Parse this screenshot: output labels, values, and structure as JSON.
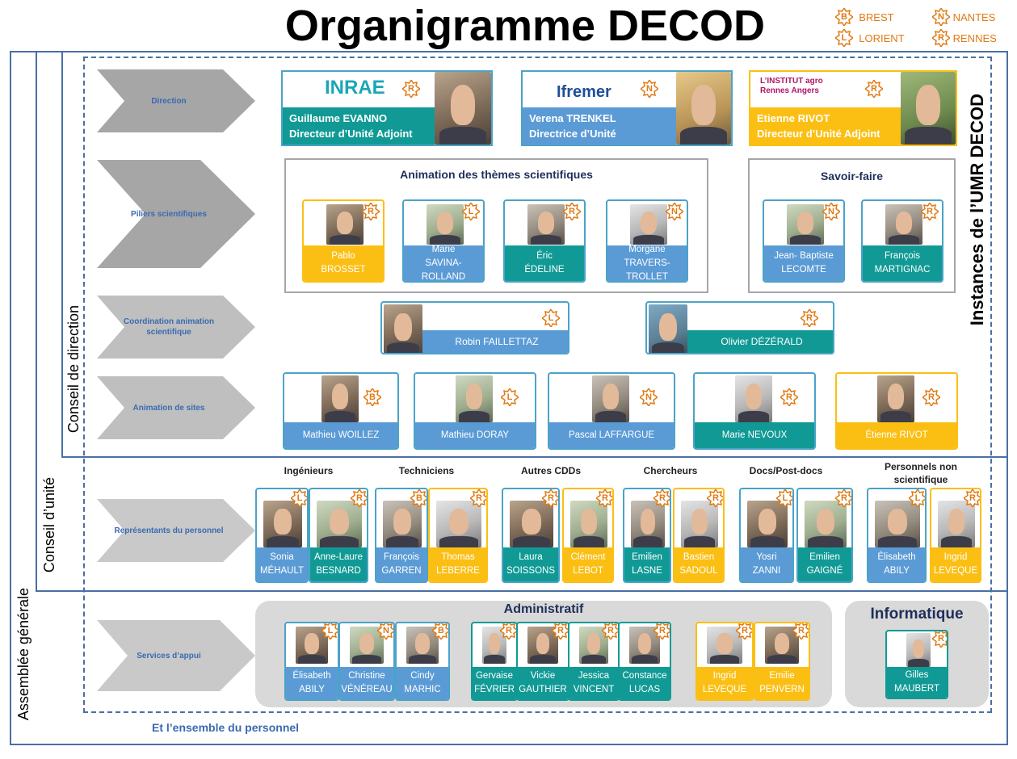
{
  "title": "Organigramme DECOD",
  "legend": [
    {
      "letter": "B",
      "label": "BREST"
    },
    {
      "letter": "N",
      "label": "NANTES"
    },
    {
      "letter": "L",
      "label": "LORIENT"
    },
    {
      "letter": "R",
      "label": "RENNES"
    }
  ],
  "side_labels": {
    "assemblee": "Assemblée  générale",
    "conseil_unite": "Conseil d’unité",
    "conseil_direction": "Conseil de direction",
    "instances": "Instances de l’UMR DECOD"
  },
  "rows": {
    "direction": "Direction",
    "piliers": "Piliers scientifiques",
    "coordination": "Coordination animation scientifique",
    "animation_sites": "Animation de sites",
    "representants": "Représentants  du personnel",
    "services": "Services d’appui"
  },
  "direction": [
    {
      "logo": "INRAE",
      "badge": "R",
      "name": "Guillaume EVANNO",
      "role": "Directeur d’Unité Adjoint",
      "color": "#119a95"
    },
    {
      "logo": "Ifremer",
      "badge": "N",
      "name": "Verena TRENKEL",
      "role": "Directrice d’Unité",
      "color": "#5b9bd5"
    },
    {
      "logo": "L’INSTITUT agro Rennes Angers",
      "badge": "R",
      "name": "Etienne RIVOT",
      "role": "Directeur d’Unité Adjoint",
      "color": "#fbbf14"
    }
  ],
  "animation_themes": {
    "title": "Animation des thèmes scientifiques",
    "people": [
      {
        "first": "Pablo",
        "last": "BROSSET",
        "badge": "R"
      },
      {
        "first": "Marie",
        "last": "SAVINA-ROLLAND",
        "badge": "L"
      },
      {
        "first": "Éric",
        "last": "ÉDELINE",
        "badge": "R"
      },
      {
        "first": "Morgane",
        "last": "TRAVERS-TROLLET",
        "badge": "N"
      }
    ]
  },
  "savoir_faire": {
    "title": "Savoir-faire",
    "people": [
      {
        "first": "Jean- Baptiste",
        "last": "LECOMTE",
        "badge": "N"
      },
      {
        "first": "François",
        "last": "MARTIGNAC",
        "badge": "R"
      }
    ]
  },
  "coordination_people": [
    {
      "name": "Robin FAILLETTAZ",
      "badge": "L"
    },
    {
      "name": "Olivier DÉZÉRALD",
      "badge": "R"
    }
  ],
  "sites_people": [
    {
      "name": "Mathieu WOILLEZ",
      "badge": "B"
    },
    {
      "name": "Mathieu DORAY",
      "badge": "L"
    },
    {
      "name": "Pascal LAFFARGUE",
      "badge": "N"
    },
    {
      "name": "Marie NEVOUX",
      "badge": "R"
    },
    {
      "name": "Étienne RIVOT",
      "badge": "R"
    }
  ],
  "rep_columns": [
    "Ingénieurs",
    "Techniciens",
    "Autres CDDs",
    "Chercheurs",
    "Docs/Post-docs",
    "Personnels non scientifique"
  ],
  "rep_people": [
    {
      "first": "Sonia",
      "last": "MÉHAULT",
      "badge": "L"
    },
    {
      "first": "Anne-Laure",
      "last": "BESNARD",
      "badge": "R"
    },
    {
      "first": "François",
      "last": "GARREN",
      "badge": "B"
    },
    {
      "first": "Thomas",
      "last": "LEBERRE",
      "badge": "R"
    },
    {
      "first": "Laura",
      "last": "SOISSONS",
      "badge": "R"
    },
    {
      "first": "Clément",
      "last": "LEBOT",
      "badge": "R"
    },
    {
      "first": "Emilien",
      "last": "LASNE",
      "badge": "R"
    },
    {
      "first": "Bastien",
      "last": "SADOUL",
      "badge": "R"
    },
    {
      "first": "Yosri",
      "last": "ZANNI",
      "badge": "L"
    },
    {
      "first": "Emilien",
      "last": "GAIGNÉ",
      "badge": "R"
    },
    {
      "first": "Élisabeth",
      "last": "ABILY",
      "badge": "L"
    },
    {
      "first": "Ingrid",
      "last": "LEVEQUE",
      "badge": "R"
    }
  ],
  "administratif": {
    "title": "Administratif",
    "people": [
      {
        "first": "Élisabeth",
        "last": "ABILY",
        "badge": "L"
      },
      {
        "first": "Christine",
        "last": "VÉNÉREAU",
        "badge": "N"
      },
      {
        "first": "Cindy",
        "last": "MARHIC",
        "badge": "B"
      },
      {
        "first": "Gervaise",
        "last": "FÉVRIER",
        "badge": "R"
      },
      {
        "first": "Vickie",
        "last": "GAUTHIER",
        "badge": "R"
      },
      {
        "first": "Jessica",
        "last": "VINCENT",
        "badge": "R"
      },
      {
        "first": "Constance",
        "last": "LUCAS",
        "badge": "R"
      },
      {
        "first": "Ingrid",
        "last": "LEVEQUE",
        "badge": "R"
      },
      {
        "first": "Emilie",
        "last": "PENVERN",
        "badge": "R"
      }
    ]
  },
  "informatique": {
    "title": "Informatique",
    "people": [
      {
        "first": "Gilles",
        "last": "MAUBERT",
        "badge": "R"
      }
    ]
  },
  "footer": "Et l’ensemble du  personnel",
  "colors": {
    "blue": "#5b9bd5",
    "teal": "#119a95",
    "yellow": "#fbbf14",
    "badge_orange": "#e07a14",
    "frame": "#4a6fa5"
  }
}
